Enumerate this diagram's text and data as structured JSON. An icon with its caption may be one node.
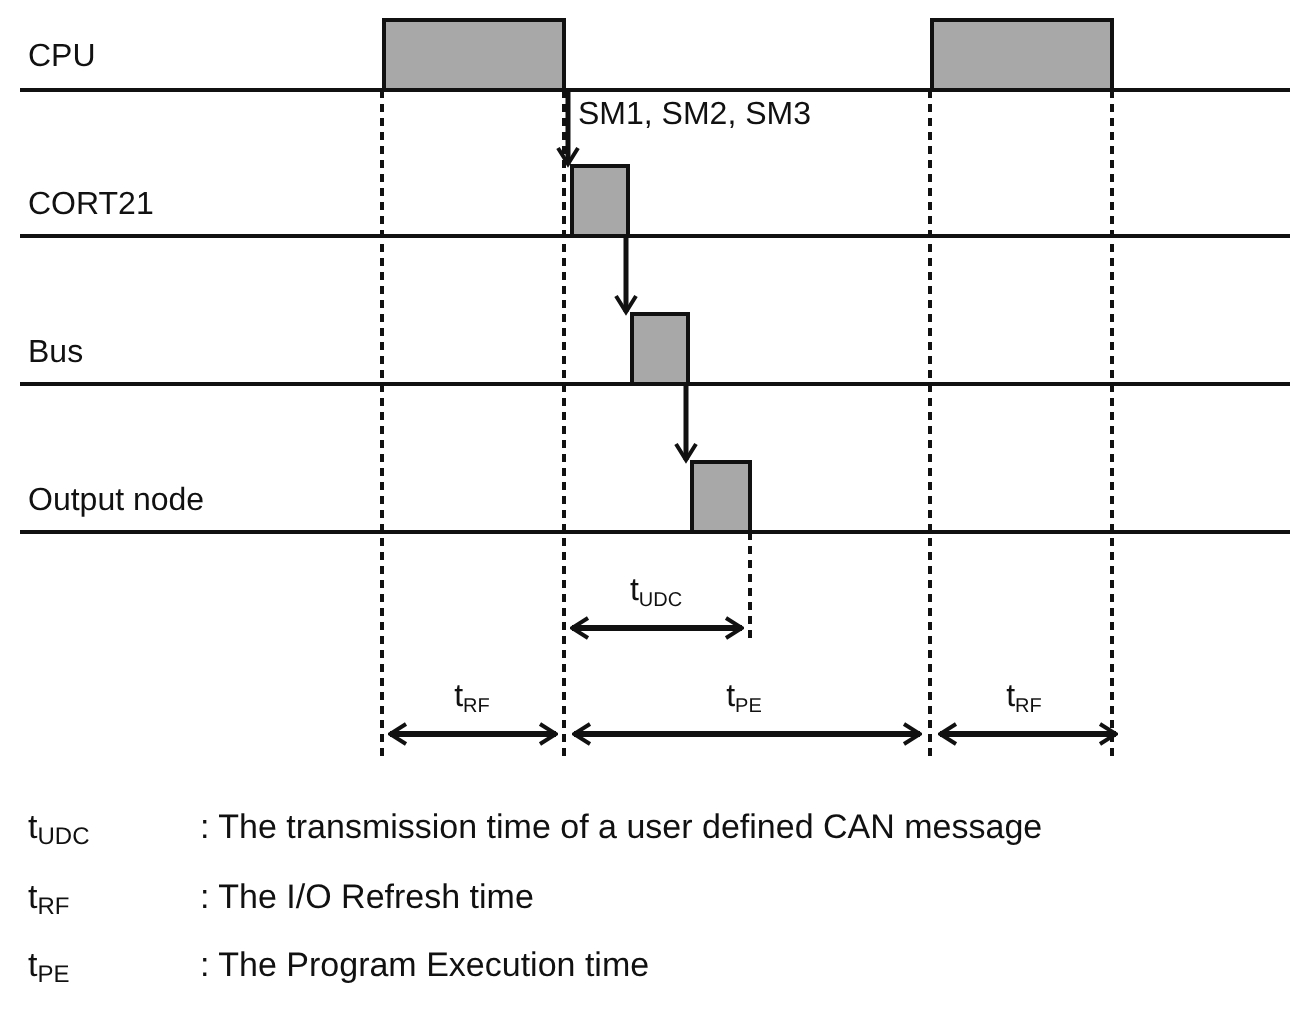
{
  "diagram": {
    "nodes": [
      {
        "text": [],
        "shape": "bar"
      },
      {
        "text": [],
        "shape": "bar"
      },
      {
        "text": [],
        "shape": "bar"
      },
      {
        "text": [],
        "shape": "bar"
      },
      {
        "text": [],
        "shape": "bar"
      }
    ],
    "edges": [
      {
        "from": 0,
        "to": 1,
        "arrow": "to",
        "label": "SM1, SM2, SM3"
      },
      {
        "from": 1,
        "to": 2,
        "arrow": "to"
      },
      {
        "from": 2,
        "to": 3,
        "arrow": "to"
      }
    ],
    "labels": [
      "CPU",
      "CORT21",
      "Bus",
      "Output node",
      "t$_{UDC}$",
      "t$_{RF}$",
      "t$_{PE}$",
      "t$_{RF}$",
      "t$_{UDC}$",
      ": The transmission time of a user defined CAN message",
      "t$_{RF}$",
      ": The I/O Refresh time",
      "t$_{PE}$",
      ": The Program Execution time"
    ]
  }
}
